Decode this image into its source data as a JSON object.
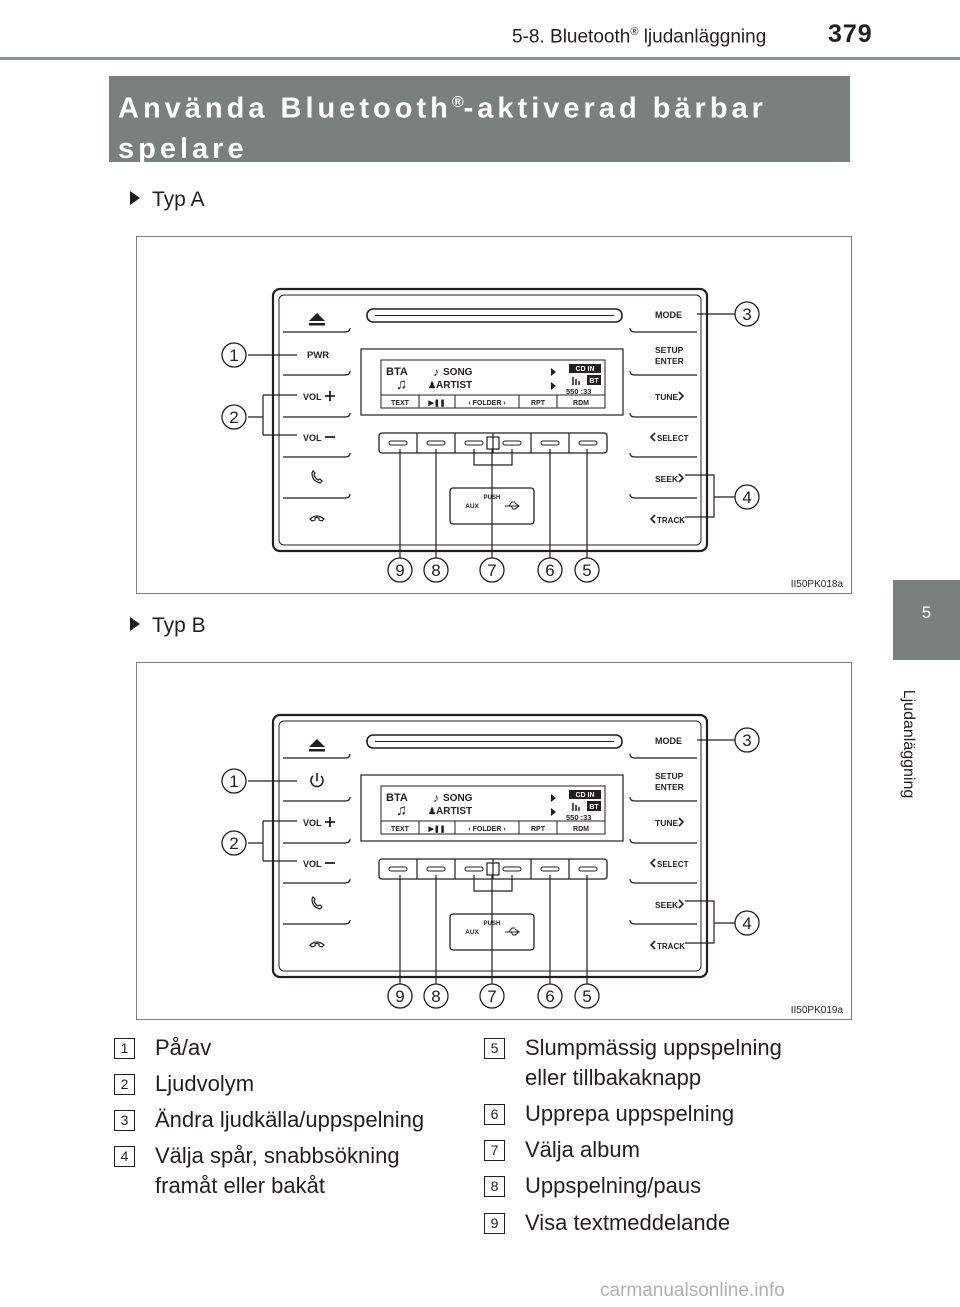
{
  "header": {
    "section_prefix": "5-8. Bluetooth",
    "reg_mark": "®",
    "section_suffix": " ljudanläggning",
    "page_number": "379"
  },
  "side_tab": {
    "chapter_number": "5",
    "chapter_title": "Ljudanläggning"
  },
  "title": {
    "part1": "Använda Bluetooth",
    "reg_mark": "®",
    "part2": "-aktiverad bärbar spelare"
  },
  "figures": [
    {
      "heading": "Typ A",
      "image_code": "II50PK018a",
      "power_label": "PWR",
      "power_is_icon": false
    },
    {
      "heading": "Typ B",
      "image_code": "II50PK019a",
      "power_label": "",
      "power_is_icon": true
    }
  ],
  "radio_labels": {
    "mode": "MODE",
    "setup": "SETUP",
    "enter": "ENTER",
    "tune": "TUNE",
    "select": "SELECT",
    "seek": "SEEK",
    "track": "TRACK",
    "vol_plus": "VOL",
    "vol_minus": "VOL",
    "display_bta": "BTA",
    "display_song": "SONG",
    "display_artist": "ARTIST",
    "display_cd_in": "CD IN",
    "display_bt": "BT",
    "display_clock": "550 :33",
    "btn_text": "TEXT",
    "btn_play": "▶❚❚",
    "btn_folder": "FOLDER",
    "btn_rpt": "RPT",
    "btn_rdm": "RDM",
    "push": "PUSH",
    "aux": "AUX"
  },
  "callouts": [
    "1",
    "2",
    "3",
    "4",
    "5",
    "6",
    "7",
    "8",
    "9"
  ],
  "legend": [
    {
      "num": "1",
      "text": "På/av"
    },
    {
      "num": "2",
      "text": "Ljudvolym"
    },
    {
      "num": "3",
      "text": "Ändra ljudkälla/uppspelning"
    },
    {
      "num": "4",
      "text": "Välja spår, snabbsökning framåt eller bakåt"
    },
    {
      "num": "5",
      "text": "Slumpmässig uppspelning eller tillbakaknapp"
    },
    {
      "num": "6",
      "text": "Upprepa uppspelning"
    },
    {
      "num": "7",
      "text": "Välja album"
    },
    {
      "num": "8",
      "text": "Uppspelning/paus"
    },
    {
      "num": "9",
      "text": "Visa textmeddelande"
    }
  ],
  "watermark": "carmanualsonline.info"
}
